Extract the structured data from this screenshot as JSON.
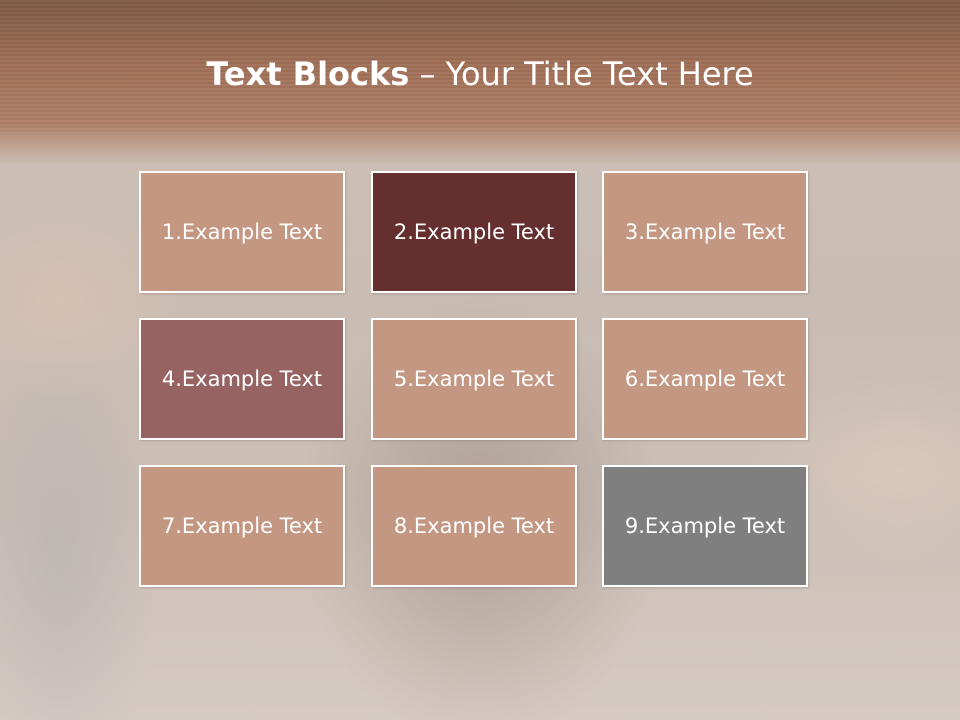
{
  "title": {
    "bold": "Text Blocks",
    "separator": " – ",
    "rest": "Your Title Text Here"
  },
  "blocks": [
    {
      "label": "1.Example Text",
      "color": "#c39781"
    },
    {
      "label": "2.Example Text",
      "color": "#652e2f"
    },
    {
      "label": "3.Example Text",
      "color": "#c39781"
    },
    {
      "label": "4.Example Text",
      "color": "#976262"
    },
    {
      "label": "5.Example Text",
      "color": "#c39781"
    },
    {
      "label": "6.Example Text",
      "color": "#c39781"
    },
    {
      "label": "7.Example Text",
      "color": "#c39781"
    },
    {
      "label": "8.Example Text",
      "color": "#c39781"
    },
    {
      "label": "9.Example Text",
      "color": "#7f7f7f"
    }
  ]
}
